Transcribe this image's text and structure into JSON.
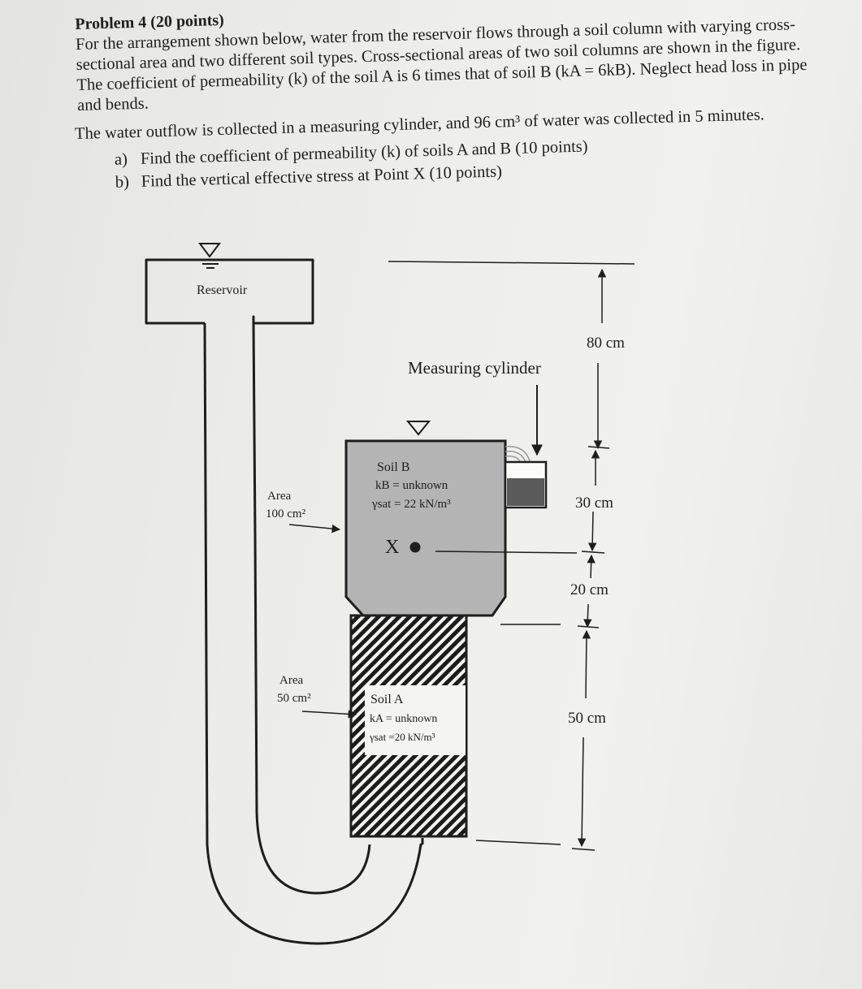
{
  "problem": {
    "title": "Problem 4 (20 points)",
    "paragraph1": "For the arrangement shown below, water from the reservoir flows through a soil column with varying cross-sectional area and two different soil types.  Cross-sectional areas of two soil columns are shown in the figure.  The coefficient of permeability (k) of the soil A is 6 times that of soil B (kA = 6kB).  Neglect head loss in pipe and bends.",
    "paragraph2": "The water outflow is collected in a measuring cylinder, and 96 cm³ of water was collected in 5 minutes.",
    "questions": [
      {
        "label": "a)",
        "text": "Find the coefficient of permeability (k) of soils A and B (10 points)"
      },
      {
        "label": "b)",
        "text": "Find the vertical effective stress at Point X (10 points)"
      }
    ]
  },
  "figure": {
    "reservoir_label": "Reservoir",
    "measuring_cylinder_label": "Measuring cylinder",
    "area_upper_label": "Area",
    "area_upper_value": "100 cm²",
    "area_lower_label": "Area",
    "area_lower_value": "50 cm²",
    "soil_b": {
      "name": "Soil B",
      "k": "kB = unknown",
      "gamma": "γsat = 22 kN/m³"
    },
    "soil_a": {
      "name": "Soil A",
      "k": "kA = unknown",
      "gamma": "γsat =20 kN/m³"
    },
    "point_label": "X",
    "dimensions": [
      "80 cm",
      "30 cm",
      "20 cm",
      "50 cm"
    ],
    "colors": {
      "soil_b_fill": "#b4b4b4",
      "cylinder_water": "#5a5a5a"
    }
  }
}
